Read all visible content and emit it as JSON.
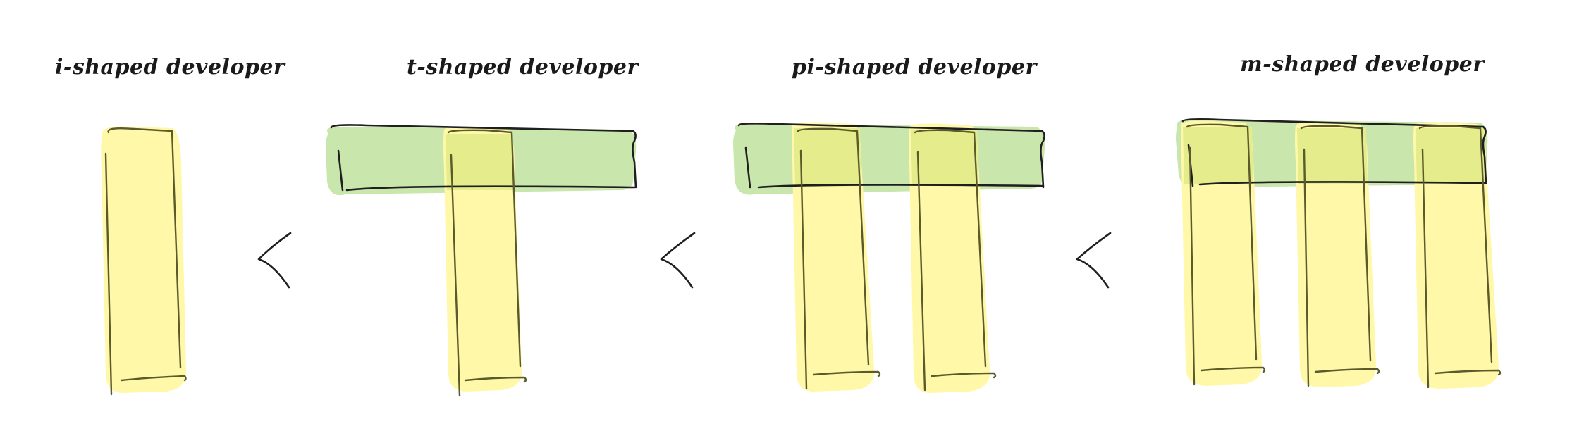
{
  "diagram": {
    "panels": [
      {
        "title": "i-shaped developer",
        "vertical_bars": 1,
        "has_horizontal_bar": false
      },
      {
        "title": "t-shaped developer",
        "vertical_bars": 1,
        "has_horizontal_bar": true
      },
      {
        "title": "pi-shaped developer",
        "vertical_bars": 2,
        "has_horizontal_bar": true
      },
      {
        "title": "m-shaped developer",
        "vertical_bars": 3,
        "has_horizontal_bar": true
      }
    ],
    "comparison_symbol": "<",
    "colors": {
      "depth_fill": "#fff8a8",
      "breadth_fill": "#c9e6ad",
      "overlap_fill": "#e5ec8c",
      "ink": "#1f1f1f"
    }
  }
}
